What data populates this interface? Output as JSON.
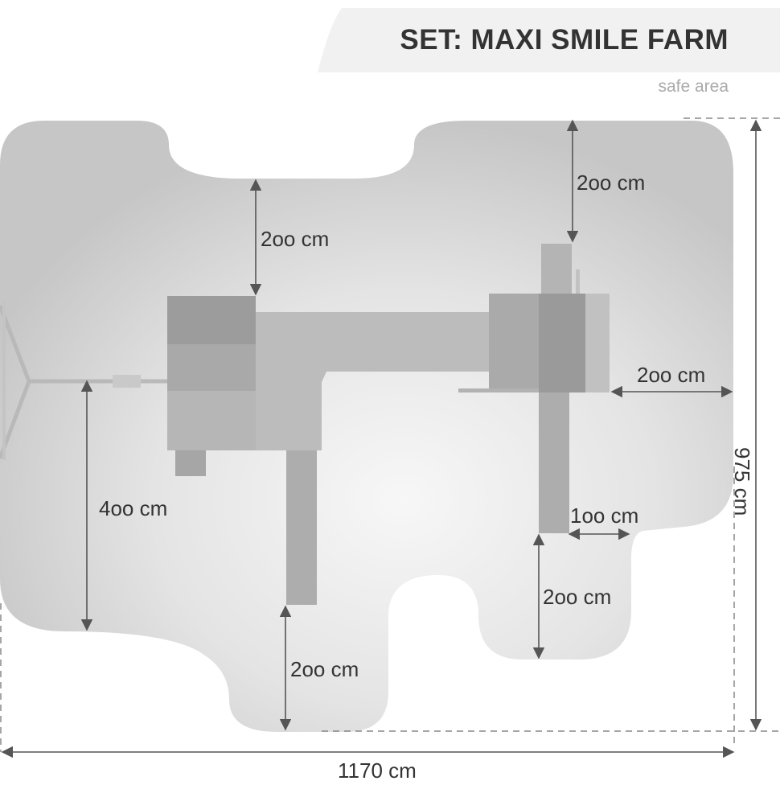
{
  "title": "SET: MAXI SMILE FARM",
  "safe_area_label": "safe area",
  "dimensions": {
    "top_left_clearance": "2oo cm",
    "top_right_clearance": "2oo cm",
    "right_clearance": "2oo cm",
    "left_height": "4oo cm",
    "small_gap": "1oo cm",
    "bottom_right_clearance": "2oo cm",
    "bottom_center_clearance": "2oo cm",
    "total_width": "1170 cm",
    "total_height": "975 cm"
  },
  "colors": {
    "safe_area_edge": "#c8c8c8",
    "safe_area_center": "#f2f2f2",
    "text": "#333333",
    "arrow": "#555555",
    "dashed": "#888888",
    "banner": "#f0f0f0"
  }
}
